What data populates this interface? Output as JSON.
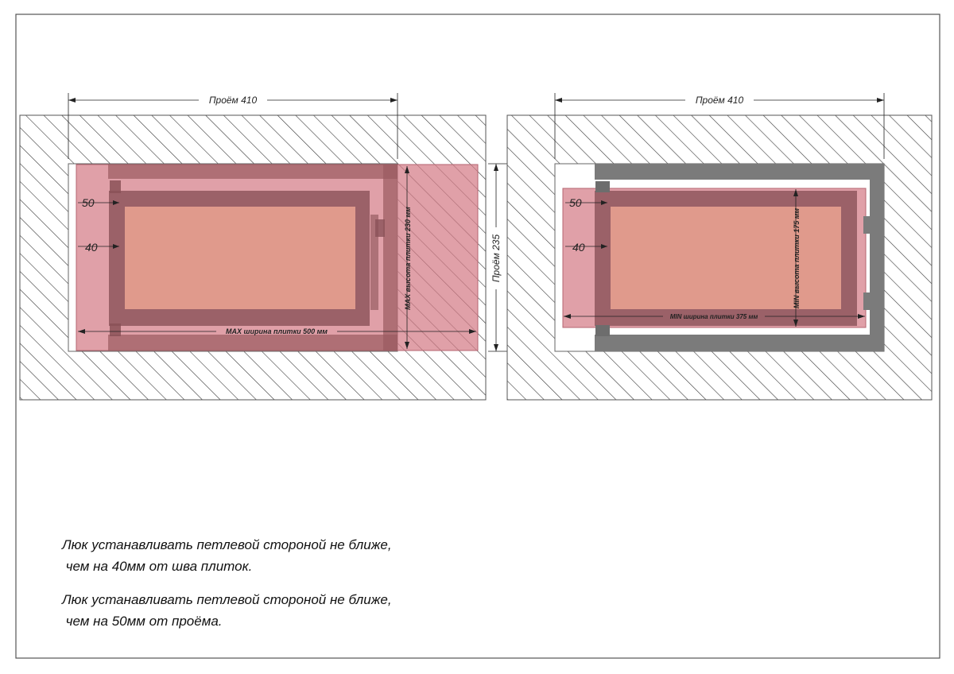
{
  "left_drawing": {
    "opening_width_label": "Проём 410",
    "offset_top_label": "50",
    "offset_bottom_label": "40",
    "max_height_label": "MAX высота плитки 230 мм",
    "max_width_label": "MAX ширина плитки 500 мм"
  },
  "opening_height_label": "Проём 235",
  "right_drawing": {
    "opening_width_label": "Проём 410",
    "offset_top_label": "50",
    "offset_bottom_label": "40",
    "min_height_label": "MIN высота плитки 175 мм",
    "min_width_label": "MIN ширина плитки 375 мм"
  },
  "notes": [
    {
      "line1": "Люк устанавливать петлевой стороной не ближе,",
      "line2": " чем на 40мм от шва плиток."
    },
    {
      "line1": "Люк устанавливать петлевой стороной не ближе,",
      "line2": " чем на 50мм от проёма."
    }
  ],
  "colors": {
    "tile": "#d47c86",
    "frame": "#8a5157",
    "inner_panel": "#e09a8c",
    "steel": "#7b7b7b",
    "hatch": "#3a3a3a"
  }
}
